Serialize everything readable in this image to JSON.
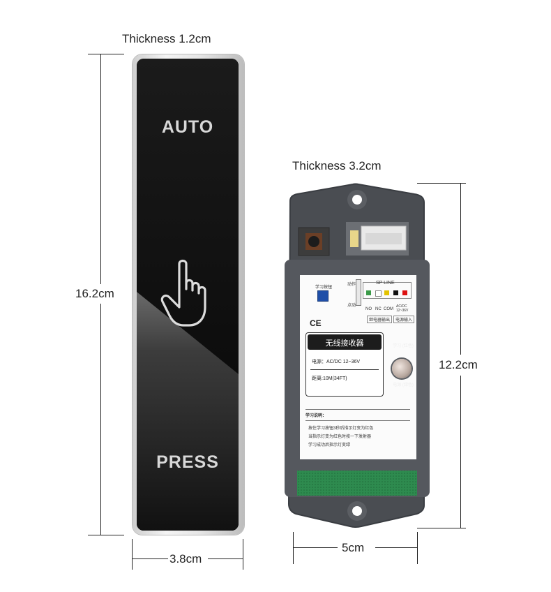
{
  "switch": {
    "thickness_label": "Thickness 1.2cm",
    "height_label": "16.2cm",
    "width_label": "3.8cm",
    "top_text": "AUTO",
    "bottom_text": "PRESS",
    "icon": "pointing-hand-icon"
  },
  "receiver": {
    "thickness_label": "Thickness 3.2cm",
    "height_label": "12.2cm",
    "width_label": "5cm",
    "learn_button_label": "学习按钮",
    "sp_line_label": "SP LINE",
    "action_label": "动作",
    "point_label": "点动",
    "terminals": [
      "NO",
      "NC",
      "COM",
      "AC/DC 12~36V"
    ],
    "relay_output_label": "继电器输出",
    "power_input_label": "电源输入",
    "ce_mark": "CE",
    "title": "无线接收器",
    "power_line": "电源：AC/DC 12~36V",
    "distance_line": "距离:10M(34FT)",
    "learn_indicator_label": "学习 (红色)",
    "power_indicator_label": "电源 (绿色)",
    "instructions_title": "学习说明：",
    "instructions": [
      "按住学习按钮3秒后指示灯变为红色",
      "当指示灯变为红色时按一下发射器",
      "学习成功后指示灯变绿"
    ],
    "colors": {
      "housing": "#4a4d52",
      "terminal_board": "#2e8b4f",
      "button_blue": "#1f4fa8"
    }
  }
}
